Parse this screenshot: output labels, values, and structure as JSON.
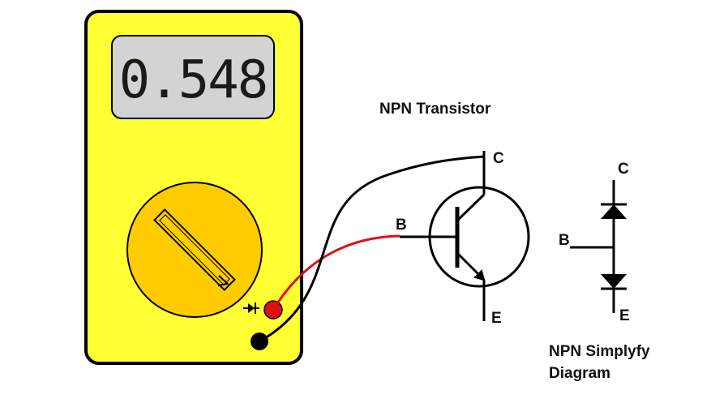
{
  "multimeter": {
    "display_value": "0.548",
    "mode_symbol": "diode-test-icon",
    "colors": {
      "body": "#ffff33",
      "display": "#d3d3d3",
      "dial": "#ffcc00",
      "probe_positive": "#e01010",
      "probe_negative": "#000000"
    }
  },
  "transistor": {
    "title": "NPN Transistor",
    "collector_label": "C",
    "base_label": "B",
    "emitter_label": "E"
  },
  "simplified": {
    "title_line1": "NPN Simplyfy",
    "title_line2": "Diagram",
    "collector_label": "C",
    "base_label": "B",
    "emitter_label": "E"
  }
}
